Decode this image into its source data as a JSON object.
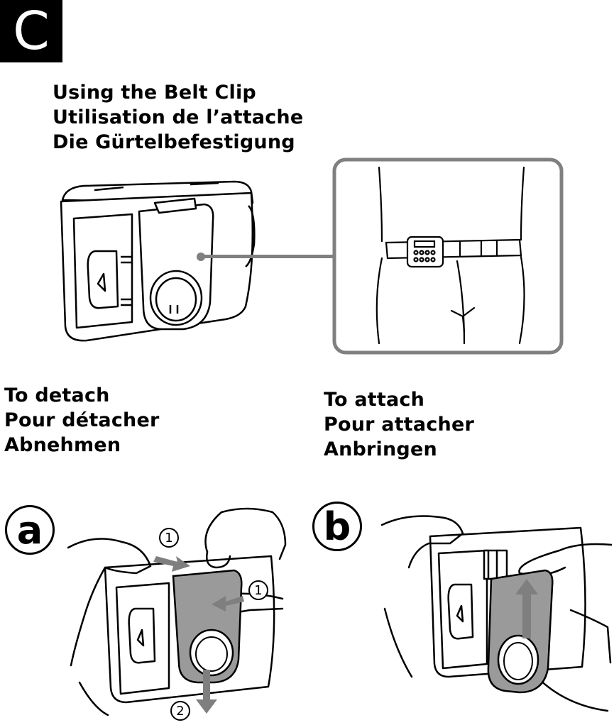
{
  "section": {
    "letter": "C"
  },
  "title": {
    "en": "Using the Belt Clip",
    "fr": "Utilisation de l’attache",
    "de": "Die Gürtelbefestigung"
  },
  "detach": {
    "en": "To detach",
    "fr": "Pour détacher",
    "de": "Abnehmen",
    "step_letter": "a",
    "callouts": [
      "1",
      "1",
      "2"
    ]
  },
  "attach": {
    "en": "To attach",
    "fr": "Pour attacher",
    "de": "Anbringen",
    "step_letter": "b"
  },
  "colors": {
    "ink": "#000000",
    "clip_gray": "#9a9a9a",
    "frame_gray": "#808080",
    "arrow_gray": "#7f7f7f"
  },
  "icons": [
    "recorder-with-clip-illustration",
    "person-with-belt-illustration",
    "detach-hand-illustration",
    "attach-hand-illustration"
  ]
}
